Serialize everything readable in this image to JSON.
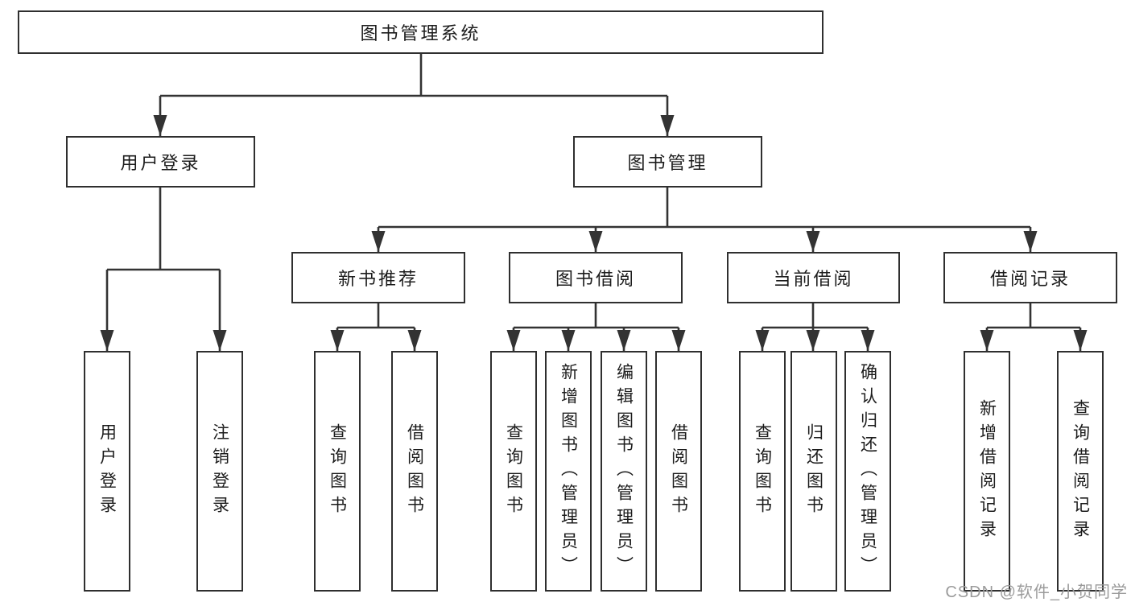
{
  "tree": {
    "root": {
      "label": "图书管理系统"
    },
    "branches": [
      {
        "label": "用户登录",
        "children": [
          {
            "label": "用户登录"
          },
          {
            "label": "注销登录"
          }
        ]
      },
      {
        "label": "图书管理",
        "children": [
          {
            "label": "新书推荐",
            "children": [
              {
                "label": "查询图书"
              },
              {
                "label": "借阅图书"
              }
            ]
          },
          {
            "label": "图书借阅",
            "children": [
              {
                "label": "查询图书"
              },
              {
                "label": "新增图书（管理员）"
              },
              {
                "label": "编辑图书（管理员）"
              },
              {
                "label": "借阅图书"
              }
            ]
          },
          {
            "label": "当前借阅",
            "children": [
              {
                "label": "查询图书"
              },
              {
                "label": "归还图书"
              },
              {
                "label": "确认归还（管理员）"
              }
            ]
          },
          {
            "label": "借阅记录",
            "children": [
              {
                "label": "新增借阅记录"
              },
              {
                "label": "查询借阅记录"
              }
            ]
          }
        ]
      }
    ]
  },
  "watermark": "CSDN @软件_小贺同学",
  "colors": {
    "line": "#333333",
    "box_border": "#2f2f2f",
    "text": "#1c1c1c",
    "watermark": "#9b9b9b",
    "background": "#ffffff"
  }
}
